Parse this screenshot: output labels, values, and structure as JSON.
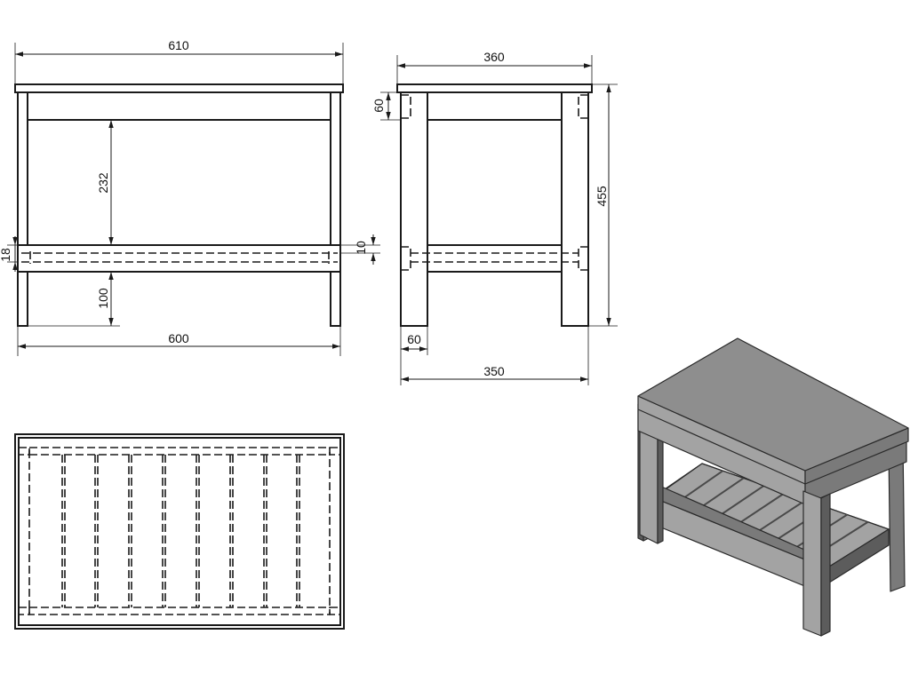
{
  "dimensions": {
    "front_width_top": "610",
    "front_width_bottom": "600",
    "front_apron_to_shelf": "232",
    "front_shelf_thickness": "18",
    "front_slat_thickness": "10",
    "front_shelf_height": "100",
    "side_top_depth": "360",
    "side_apron_height": "60",
    "side_total_height": "455",
    "side_leg_width": "60",
    "side_base_depth": "350"
  },
  "colors": {
    "line": "#1a1a1a",
    "iso_top": "#8e8e8e",
    "iso_light": "#a3a3a3",
    "iso_mid": "#7a7a7a",
    "iso_dark": "#5c5c5c"
  }
}
